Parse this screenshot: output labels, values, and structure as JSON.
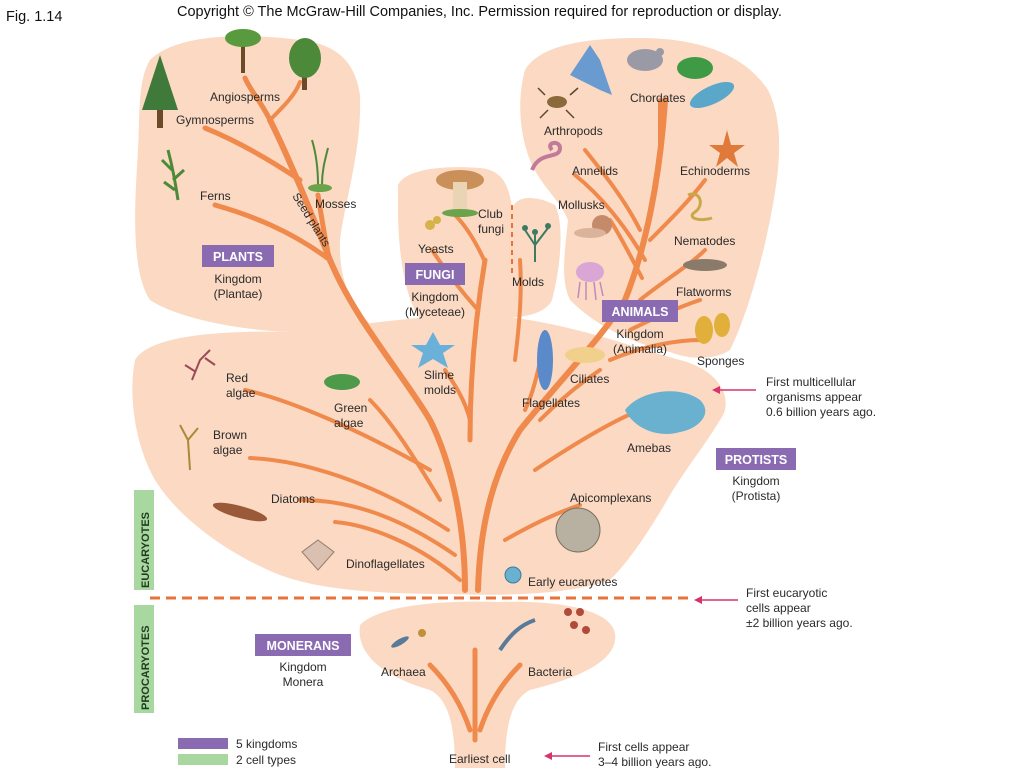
{
  "header": {
    "fig_label": "Fig. 1.14",
    "copyright": "Copyright © The McGraw-Hill Companies, Inc. Permission required for reproduction or display."
  },
  "kingdoms": {
    "plants": {
      "box": "PLANTS",
      "line1": "Kingdom",
      "line2": "(Plantae)"
    },
    "fungi": {
      "box": "FUNGI",
      "line1": "Kingdom",
      "line2": "(Myceteae)"
    },
    "animals": {
      "box": "ANIMALS",
      "line1": "Kingdom",
      "line2": "(Animalia)"
    },
    "protists": {
      "box": "PROTISTS",
      "line1": "Kingdom",
      "line2": "(Protista)"
    },
    "monerans": {
      "box": "MONERANS",
      "line1": "Kingdom",
      "line2": "Monera"
    }
  },
  "labels": {
    "angiosperms": "Angiosperms",
    "gymnosperms": "Gymnosperms",
    "ferns": "Ferns",
    "mosses": "Mosses",
    "seed_plants": "Seed plants",
    "club_fungi_1": "Club",
    "club_fungi_2": "fungi",
    "yeasts": "Yeasts",
    "molds": "Molds",
    "chordates": "Chordates",
    "arthropods": "Arthropods",
    "annelids": "Annelids",
    "echinoderms": "Echinoderms",
    "mollusks": "Mollusks",
    "nematodes": "Nematodes",
    "flatworms": "Flatworms",
    "sponges": "Sponges",
    "red_algae_1": "Red",
    "red_algae_2": "algae",
    "green_algae_1": "Green",
    "green_algae_2": "algae",
    "brown_algae_1": "Brown",
    "brown_algae_2": "algae",
    "slime_molds_1": "Slime",
    "slime_molds_2": "molds",
    "flagellates": "Flagellates",
    "ciliates": "Ciliates",
    "amebas": "Amebas",
    "diatoms": "Diatoms",
    "apicomplexans": "Apicomplexans",
    "dinoflagellates": "Dinoflagellates",
    "early_eucaryotes": "Early eucaryotes",
    "archaea": "Archaea",
    "bacteria": "Bacteria",
    "earliest_cell": "Earliest cell"
  },
  "cell_types": {
    "eucaryotes": "EUCARYOTES",
    "procaryotes": "PROCARYOTES"
  },
  "notes": {
    "multicellular": [
      "First multicellular",
      "organisms appear",
      "0.6 billion years ago."
    ],
    "eucaryotic": [
      "First eucaryotic",
      "cells appear",
      "±2 billion years ago."
    ],
    "first_cells": [
      "First  cells appear",
      "3–4 billion years ago."
    ]
  },
  "legend": {
    "kingdoms": "5 kingdoms",
    "cell_types": "2 cell types"
  },
  "colors": {
    "blob": "#fbd9c2",
    "branch": "#ef8a4c",
    "kingdom_box": "#8a6bb1",
    "cell_type_bar": "#a8d8a0",
    "arrow": "#d8336b",
    "divider": "#e8733a"
  }
}
